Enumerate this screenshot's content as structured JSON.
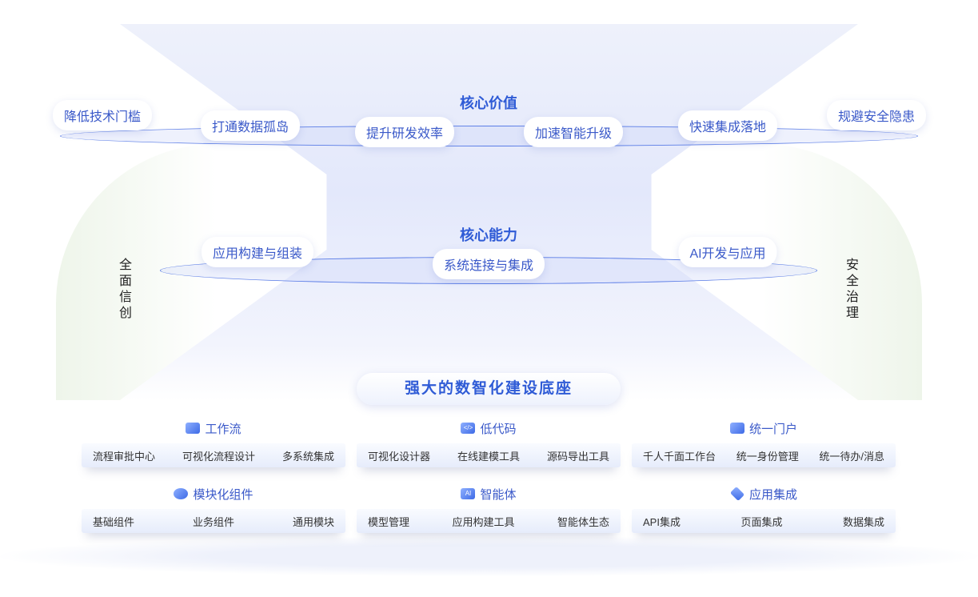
{
  "core_value": {
    "title": "核心价值",
    "items": [
      "降低技术门槛",
      "打通数据孤岛",
      "提升研发效率",
      "加速智能升级",
      "快速集成落地",
      "规避安全隐患"
    ]
  },
  "core_ability": {
    "title": "核心能力",
    "items": [
      "应用构建与组装",
      "系统连接与集成",
      "AI开发与应用"
    ]
  },
  "side_left": "全面信创",
  "side_right": "安全治理",
  "base": {
    "title": "强大的数智化建设底座",
    "groups": [
      {
        "title": "工作流",
        "icon": "workflow-icon",
        "items": [
          "流程审批中心",
          "可视化流程设计",
          "多系统集成"
        ]
      },
      {
        "title": "低代码",
        "icon": "code-icon",
        "items": [
          "可视化设计器",
          "在线建模工具",
          "源码导出工具"
        ]
      },
      {
        "title": "统一门户",
        "icon": "portal-icon",
        "items": [
          "千人千面工作台",
          "统一身份管理",
          "统一待办/消息"
        ]
      },
      {
        "title": "模块化组件",
        "icon": "modules-icon",
        "items": [
          "基础组件",
          "业务组件",
          "通用模块"
        ]
      },
      {
        "title": "智能体",
        "icon": "ai-icon",
        "items": [
          "模型管理",
          "应用构建工具",
          "智能体生态"
        ]
      },
      {
        "title": "应用集成",
        "icon": "integration-icon",
        "items": [
          "API集成",
          "页面集成",
          "数据集成"
        ]
      }
    ]
  },
  "colors": {
    "accent": "#2f5bd6",
    "pill_text": "#3a59c9"
  }
}
